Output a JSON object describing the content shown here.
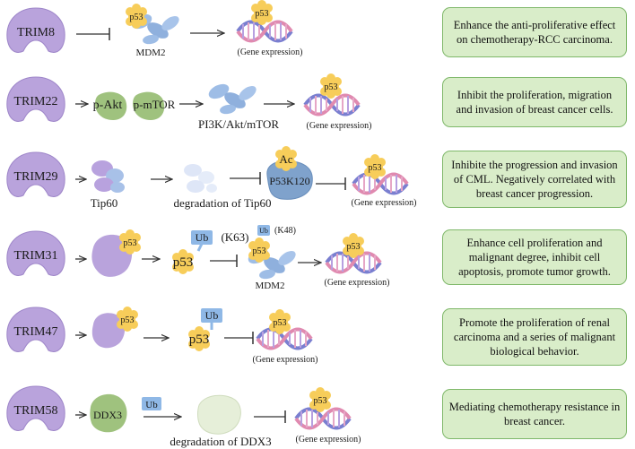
{
  "colors": {
    "trim": "#b9a3dc",
    "trim_dark": "#9e86c9",
    "p53": "#f7cd5a",
    "mdm2": "#9ebde6",
    "green_protein": "#9fc27e",
    "ub": "#8fb8e6",
    "p53k120": "#7fa2cc",
    "dna_a": "#7a7fd0",
    "dna_b": "#e08ab0",
    "box_fill": "#d9edc9",
    "box_border": "#7fb86a"
  },
  "rows": [
    {
      "trim": "TRIM8",
      "labels": {
        "p53": "p53",
        "mdm2": "MDM2",
        "p53_dna": "p53",
        "gene": "(Gene expression)"
      },
      "outcome": "Enhance the anti-proliferative effect on chemotherapy-RCC carcinoma."
    },
    {
      "trim": "TRIM22",
      "labels": {
        "pakt": "p-Akt",
        "pmtor": "p-mTOR",
        "pathway": "PI3K/Akt/mTOR",
        "p53_dna": "p53",
        "gene": "(Gene expression)"
      },
      "outcome": "Inhibit the proliferation, migration and invasion of breast cancer cells."
    },
    {
      "trim": "TRIM29",
      "labels": {
        "tip60": "Tip60",
        "degradation": "degradation of Tip60",
        "ac": "Ac",
        "p53k120": "P53K120",
        "p53_dna": "p53",
        "gene": "(Gene expression)"
      },
      "outcome": "Inhibite the progression and invasion of CML. Negatively correlated with breast cancer progression."
    },
    {
      "trim": "TRIM31",
      "labels": {
        "p53_small": "p53",
        "ub_k63": "Ub",
        "k63": "(K63)",
        "p53_big": "p53",
        "ub_k48": "Ub",
        "k48": "(K48)",
        "p53_mdm2": "p53",
        "mdm2": "MDM2",
        "p53_dna": "p53",
        "gene": "(Gene expression)"
      },
      "outcome": "Enhance cell proliferation and malignant degree, inhibit cell apoptosis, promote tumor growth."
    },
    {
      "trim": "TRIM47",
      "labels": {
        "p53_small": "p53",
        "ub": "Ub",
        "p53_big": "p53",
        "p53_dna": "p53",
        "gene": "(Gene expression)"
      },
      "outcome": "Promote the proliferation of renal carcinoma and a series of malignant biological behavior."
    },
    {
      "trim": "TRIM58",
      "labels": {
        "ddx3": "DDX3",
        "ub": "Ub",
        "degradation": "degradation of DDX3",
        "p53_dna": "p53",
        "gene": "(Gene expression)"
      },
      "outcome": "Mediating chemotherapy resistance in breast cancer."
    }
  ]
}
